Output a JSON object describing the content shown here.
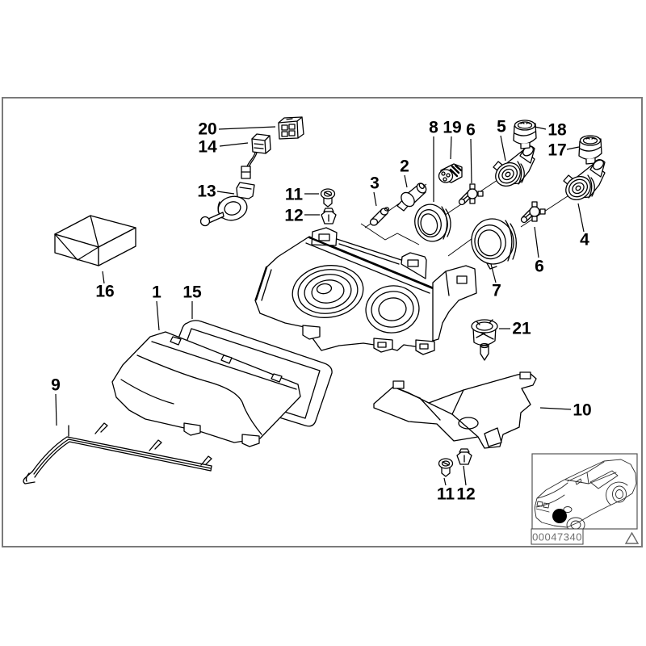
{
  "diagram": {
    "type": "exploded-parts-diagram",
    "subject": "headlight assembly",
    "callouts": {
      "c20": "20",
      "c14": "14",
      "c13": "13",
      "c11_top": "11",
      "c12_top": "12",
      "c16": "16",
      "c1": "1",
      "c15": "15",
      "c3": "3",
      "c2": "2",
      "c8": "8",
      "c19": "19",
      "c6_left": "6",
      "c5": "5",
      "c18": "18",
      "c17": "17",
      "c4": "4",
      "c6_right": "6",
      "c7": "7",
      "c21": "21",
      "c9": "9",
      "c10": "10",
      "c11_bottom": "11",
      "c12_bottom": "12"
    },
    "footer": {
      "image_code": "00047340"
    },
    "colors": {
      "line": "#000000",
      "background": "#ffffff",
      "frame_border": "#7a7a7a",
      "code_text": "#6f6f6f",
      "location_marker": "#000000"
    }
  }
}
